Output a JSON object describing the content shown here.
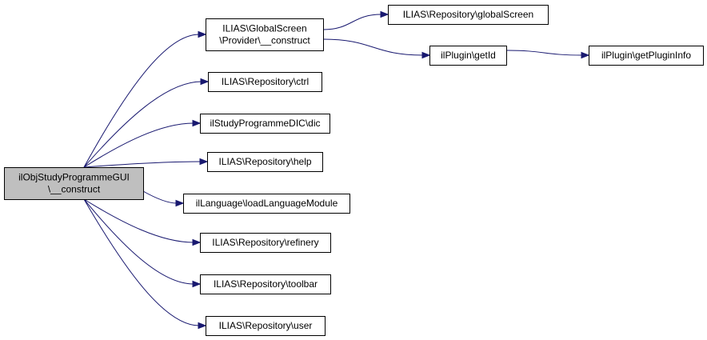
{
  "diagram": {
    "colors": {
      "edge": "#191970",
      "root_fill": "#bfbfbf",
      "node_fill": "#ffffff",
      "border": "#000000"
    },
    "nodes": [
      {
        "id": "root",
        "lines": [
          "ilObjStudyProgrammeGUI",
          "\\__construct"
        ],
        "root": true
      },
      {
        "id": "gs_provider",
        "lines": [
          "ILIAS\\GlobalScreen",
          "\\Provider\\__construct"
        ]
      },
      {
        "id": "repo_ctrl",
        "lines": [
          "ILIAS\\Repository\\ctrl"
        ]
      },
      {
        "id": "dic",
        "lines": [
          "ilStudyProgrammeDIC\\dic"
        ]
      },
      {
        "id": "repo_help",
        "lines": [
          "ILIAS\\Repository\\help"
        ]
      },
      {
        "id": "load_lang",
        "lines": [
          "ilLanguage\\loadLanguageModule"
        ]
      },
      {
        "id": "repo_refinery",
        "lines": [
          "ILIAS\\Repository\\refinery"
        ]
      },
      {
        "id": "repo_toolbar",
        "lines": [
          "ILIAS\\Repository\\toolbar"
        ]
      },
      {
        "id": "repo_user",
        "lines": [
          "ILIAS\\Repository\\user"
        ]
      },
      {
        "id": "repo_globalscreen",
        "lines": [
          "ILIAS\\Repository\\globalScreen"
        ]
      },
      {
        "id": "plugin_getid",
        "lines": [
          "ilPlugin\\getId"
        ]
      },
      {
        "id": "plugin_getinfo",
        "lines": [
          "ilPlugin\\getPluginInfo"
        ]
      }
    ],
    "edges": [
      {
        "from": "root",
        "to": "gs_provider"
      },
      {
        "from": "root",
        "to": "repo_ctrl"
      },
      {
        "from": "root",
        "to": "dic"
      },
      {
        "from": "root",
        "to": "repo_help"
      },
      {
        "from": "root",
        "to": "load_lang"
      },
      {
        "from": "root",
        "to": "repo_refinery"
      },
      {
        "from": "root",
        "to": "repo_toolbar"
      },
      {
        "from": "root",
        "to": "repo_user"
      },
      {
        "from": "gs_provider",
        "to": "repo_globalscreen"
      },
      {
        "from": "gs_provider",
        "to": "plugin_getid"
      },
      {
        "from": "plugin_getid",
        "to": "plugin_getinfo"
      }
    ]
  }
}
